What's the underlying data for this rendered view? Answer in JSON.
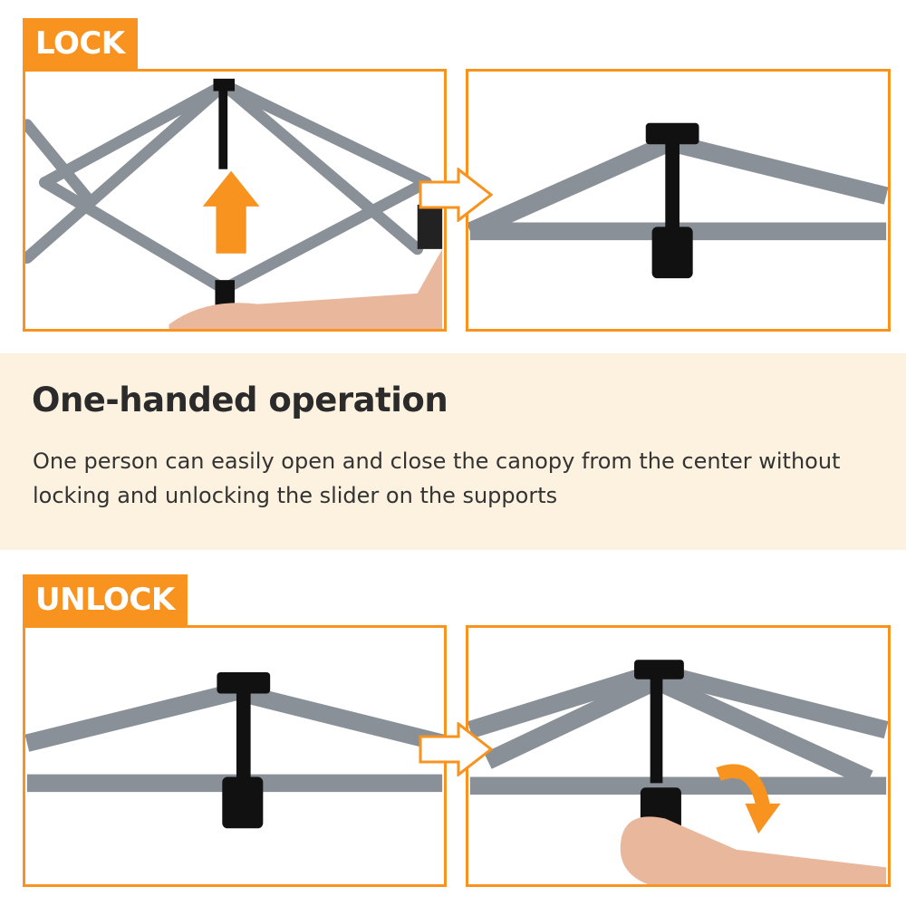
{
  "top_section": {
    "label": "LOCK"
  },
  "middle": {
    "heading": "One-handed operation",
    "description": "One person can easily open and close the canopy from the center without locking and unlocking the slider on the supports"
  },
  "bottom_section": {
    "label": "UNLOCK"
  },
  "colors": {
    "accent": "#F7931E",
    "band": "#FDF2E0",
    "frame": "#8A9097",
    "hub": "#111111"
  }
}
